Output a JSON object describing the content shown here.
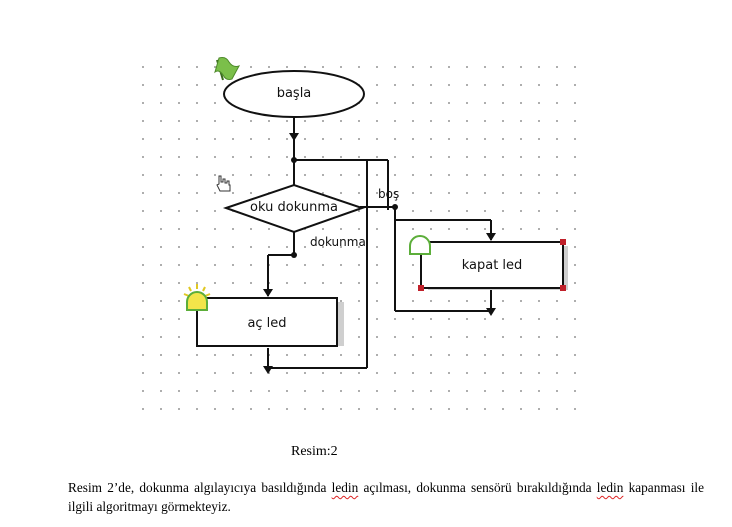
{
  "flowchart": {
    "nodes": {
      "start": "başla",
      "read": "oku dokunma",
      "on": "aç led",
      "off": "kapat led"
    },
    "edges": {
      "touched": "dokunma",
      "empty": "boş"
    }
  },
  "caption": "Resim:2",
  "paragraph": {
    "part1": "Resim 2’de, dokunma algılayıcıya basıldığında ",
    "word1": "ledin",
    "part2": " açılması, dokunma sensörü bırakıldığında ",
    "word2": "ledin",
    "part3": " kapanması ile ilgili algoritmayı görmekteyiz."
  },
  "icons": {
    "start": "flag-icon",
    "cursor": "hand-cursor-icon",
    "led_on": "led-on-icon",
    "led_off": "led-off-icon"
  },
  "colors": {
    "line": "#111111",
    "flag": "#7bbf4a",
    "led_glow": "#f2e54a",
    "handle": "#c0202a"
  }
}
